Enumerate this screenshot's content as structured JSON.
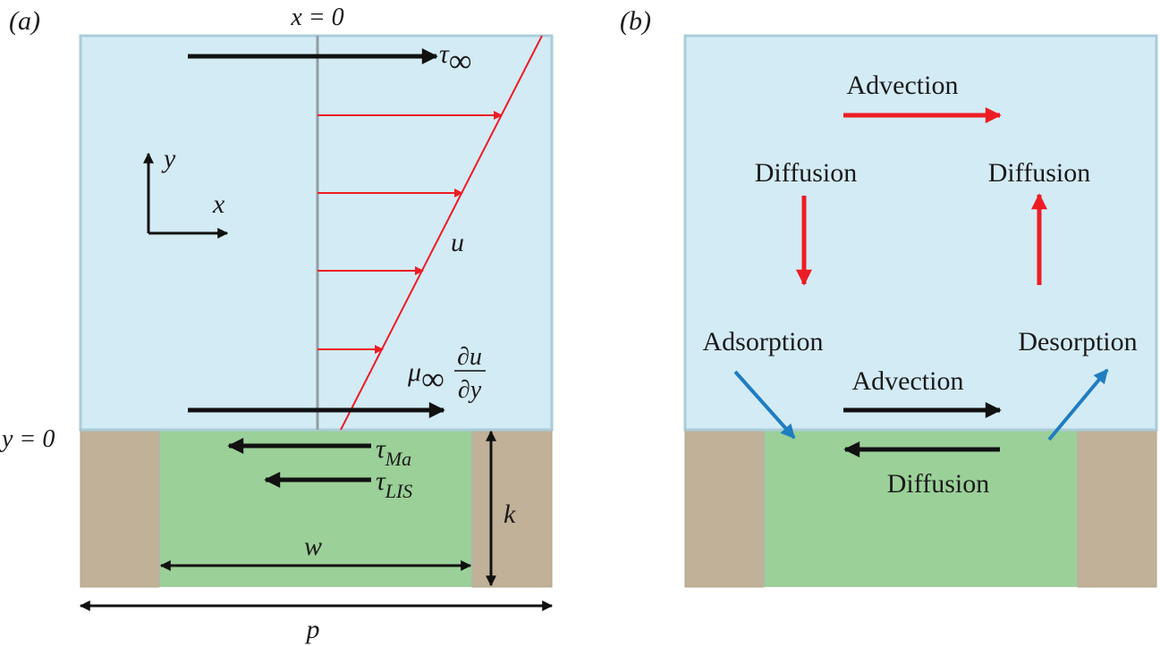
{
  "colors": {
    "fluid": "#d3ebf5",
    "fluid_border": "#a9cdd9",
    "liquid": "#9bd098",
    "solid": "#c1b198",
    "red": "#ed1c24",
    "blue": "#1f7dc1",
    "black": "#111111",
    "centerline": "#8f9ea4"
  },
  "panel_a": {
    "label": "(a)",
    "x0_label": "x = 0",
    "y0_label": "y = 0",
    "tau_inf": {
      "sym": "τ",
      "sub": "∞"
    },
    "axis_x": "x",
    "axis_y": "y",
    "u_label": "u",
    "shear": {
      "mu": "μ",
      "sub": "∞",
      "num": "∂u",
      "den": "∂y"
    },
    "tau_ma": {
      "sym": "τ",
      "sub": "Ma"
    },
    "tau_lis": {
      "sym": "τ",
      "sub": "LIS"
    },
    "k_label": "k",
    "w_label": "w",
    "p_label": "p"
  },
  "panel_b": {
    "label": "(b)",
    "advection_top": "Advection",
    "diffusion_left": "Diffusion",
    "diffusion_right": "Diffusion",
    "adsorption": "Adsorption",
    "desorption": "Desorption",
    "advection_bottom": "Advection",
    "diffusion_bottom": "Diffusion"
  }
}
